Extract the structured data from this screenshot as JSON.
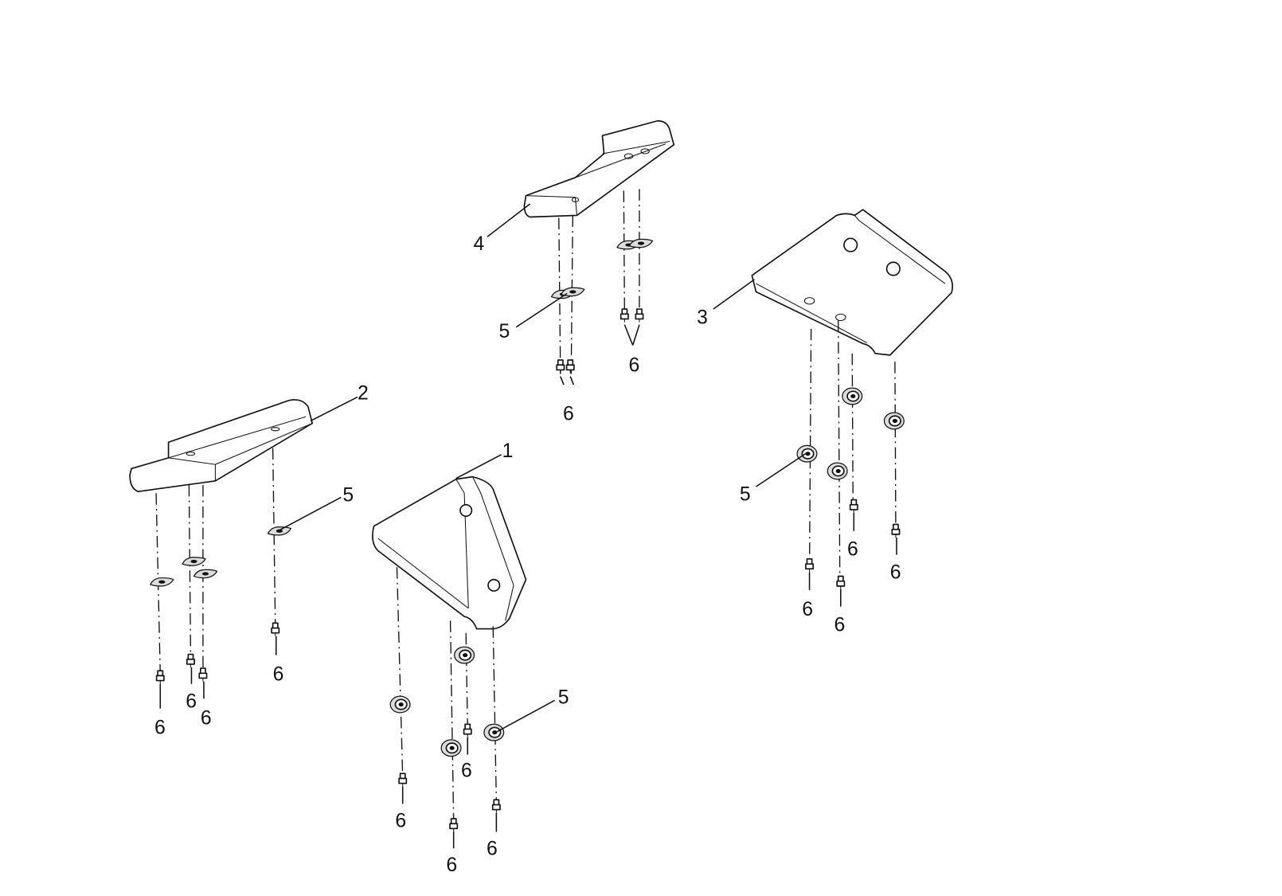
{
  "diagram": {
    "type": "exploded-parts-diagram",
    "callouts": [
      "1",
      "2",
      "3",
      "4",
      "5",
      "5",
      "5",
      "5",
      "6",
      "6",
      "6",
      "6",
      "6",
      "6",
      "6",
      "6",
      "6",
      "6",
      "6",
      "6",
      "6",
      "6"
    ]
  }
}
